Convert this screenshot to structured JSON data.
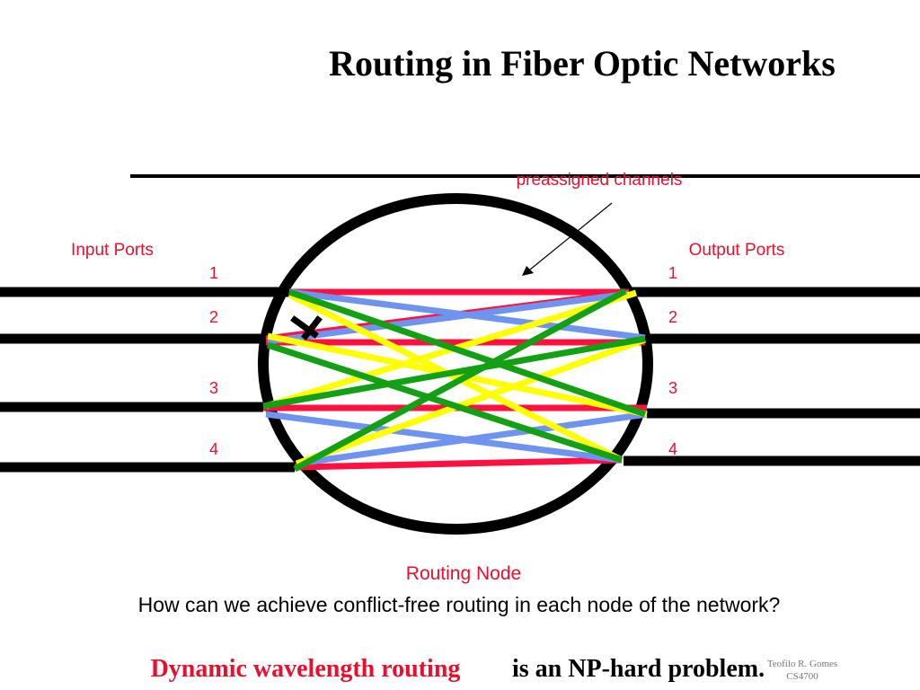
{
  "title": "Routing in Fiber Optic Networks",
  "labels": {
    "input_ports": "Input Ports",
    "output_ports": "Output Ports",
    "preassigned": "preassigned channels",
    "routing_node": "Routing Node"
  },
  "port_numbers": {
    "input": [
      "1",
      "2",
      "3",
      "4"
    ],
    "output": [
      "1",
      "2",
      "3",
      "4"
    ]
  },
  "question": "How can we achieve conflict-free routing in each node  of  the network?",
  "conclusion": {
    "highlight": "Dynamic wavelength routing",
    "rest": "is an NP-hard problem."
  },
  "credit": {
    "line1": "Teofilo R. Gomes",
    "line2": "CS4700"
  },
  "colors": {
    "text": "#000000",
    "accent_red": "#e8102e",
    "channel_red": "#ff1040",
    "channel_blue": "#6f94f0",
    "channel_yellow": "#ffff00",
    "channel_green": "#14a014"
  }
}
